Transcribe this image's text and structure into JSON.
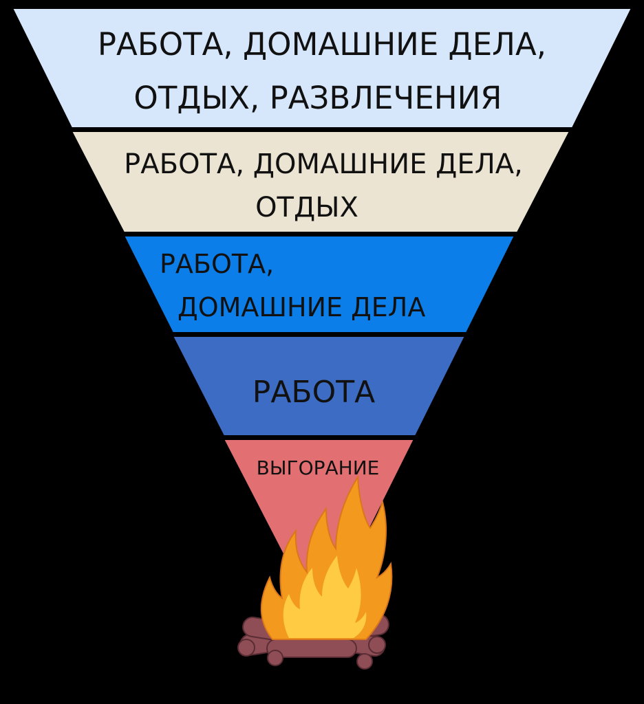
{
  "diagram": {
    "levels": [
      {
        "lines": [
          "Работа, домашние дела,",
          "отдых, развлечения"
        ],
        "color": "#d6e6fb"
      },
      {
        "lines": [
          "Работа, домашние дела,",
          "отдых"
        ],
        "color": "#ebe4d3"
      },
      {
        "lines": [
          "Работа,",
          "домашние дела"
        ],
        "color": "#0b7ee9"
      },
      {
        "lines": [
          "Работа"
        ],
        "color": "#3d6cc4"
      },
      {
        "lines": [
          "Выгорание"
        ],
        "color": "#e26f72"
      }
    ],
    "fire_icon": "campfire-icon",
    "colors": {
      "background": "#000000",
      "flame_outer": "#f39a1e",
      "flame_inner": "#ffd34a",
      "logs": "#8f4e56"
    }
  }
}
